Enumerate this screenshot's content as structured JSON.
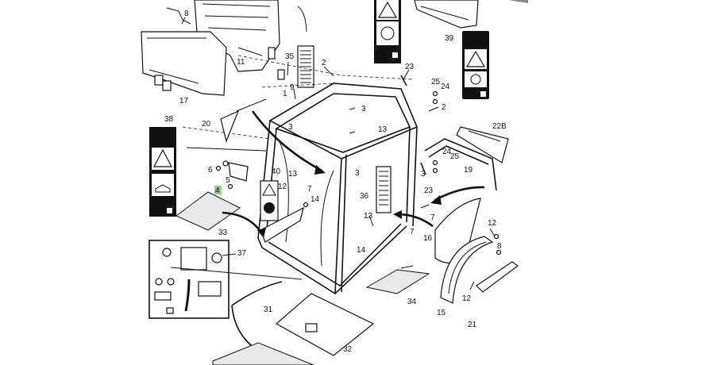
{
  "diagram": {
    "part_callouts": {
      "c1": "1",
      "c2": "2",
      "c2b": "2",
      "c3a": "3",
      "c3b": "3",
      "c3c": "3",
      "c3d": "3",
      "c4": "4",
      "c5": "5",
      "c6": "6",
      "c7a": "7",
      "c7b": "7",
      "c7c": "7",
      "c8a": "8",
      "c8b": "8",
      "c9": "9",
      "c11": "11",
      "c12a": "12",
      "c12b": "12",
      "c12c": "12",
      "c13a": "13",
      "c13b": "13",
      "c13c": "13",
      "c14a": "14",
      "c14b": "14",
      "c15": "15",
      "c16": "16",
      "c17": "17",
      "c19": "19",
      "c20": "20",
      "c21": "21",
      "c22b": "22B",
      "c23a": "23",
      "c23b": "23",
      "c24a": "24",
      "c24b": "24",
      "c25a": "25",
      "c25b": "25",
      "c31": "31",
      "c32": "32",
      "c33": "33",
      "c34": "34",
      "c35": "35",
      "c36": "36",
      "c37": "37",
      "c38": "38",
      "c39": "39",
      "c40": "40"
    },
    "highlight_color": "#9bc79b",
    "label_color": "#111111"
  }
}
